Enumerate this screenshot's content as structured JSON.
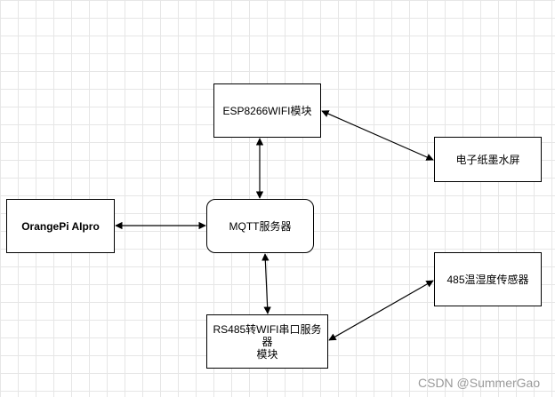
{
  "diagram": {
    "nodes": {
      "esp8266": "ESP8266WIFI模块",
      "epaper": "电子纸墨水屏",
      "orangepi": "OrangePi AIpro",
      "mqtt": "MQTT服务器",
      "sensor": "485温湿度传感器",
      "rs485_line1": "RS485转WIFI串口服务器",
      "rs485_line2": "模块"
    },
    "edges": [
      {
        "from": "esp8266",
        "to": "epaper",
        "bidirectional": true
      },
      {
        "from": "esp8266",
        "to": "mqtt",
        "bidirectional": true
      },
      {
        "from": "orangepi",
        "to": "mqtt",
        "bidirectional": true
      },
      {
        "from": "mqtt",
        "to": "rs485",
        "bidirectional": true
      },
      {
        "from": "rs485",
        "to": "sensor",
        "bidirectional": true
      }
    ]
  },
  "watermark": "CSDN @SummerGao"
}
